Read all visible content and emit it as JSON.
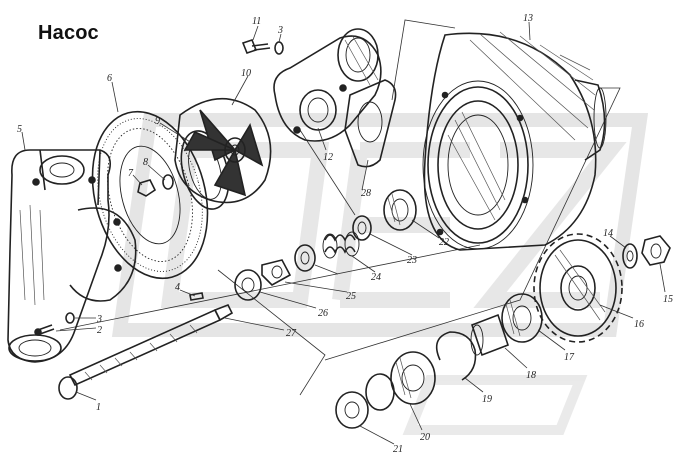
{
  "title": "Насос",
  "watermark": {
    "text": "DEZ",
    "color": "#c8c8c8"
  },
  "colors": {
    "ink": "#222222",
    "paper": "#ffffff",
    "watermark": "#d4d4d4"
  },
  "callouts": [
    "1",
    "2",
    "3",
    "4",
    "5",
    "6",
    "7",
    "8",
    "9",
    "10",
    "11",
    "3",
    "12",
    "13",
    "14",
    "15",
    "16",
    "17",
    "18",
    "19",
    "20",
    "21",
    "22",
    "23",
    "24",
    "25",
    "26",
    "27",
    "28"
  ]
}
